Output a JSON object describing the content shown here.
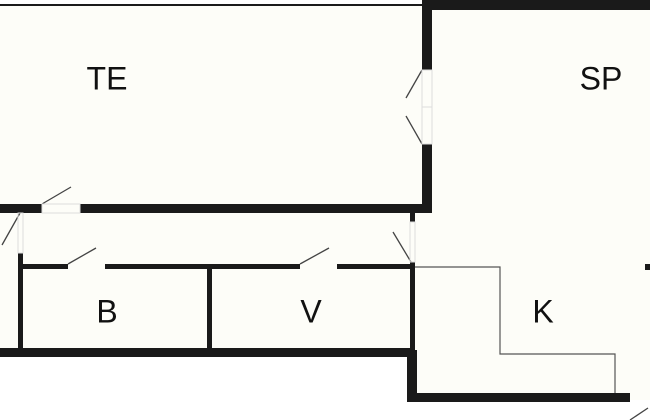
{
  "rooms": [
    {
      "id": "te",
      "label": "TE"
    },
    {
      "id": "sp",
      "label": "SP"
    },
    {
      "id": "b",
      "label": "B"
    },
    {
      "id": "v",
      "label": "V"
    },
    {
      "id": "k",
      "label": "K"
    }
  ],
  "colors": {
    "wall": "#1a1a1a",
    "floor": "#fdfdf8",
    "thin_line": "#555555"
  }
}
